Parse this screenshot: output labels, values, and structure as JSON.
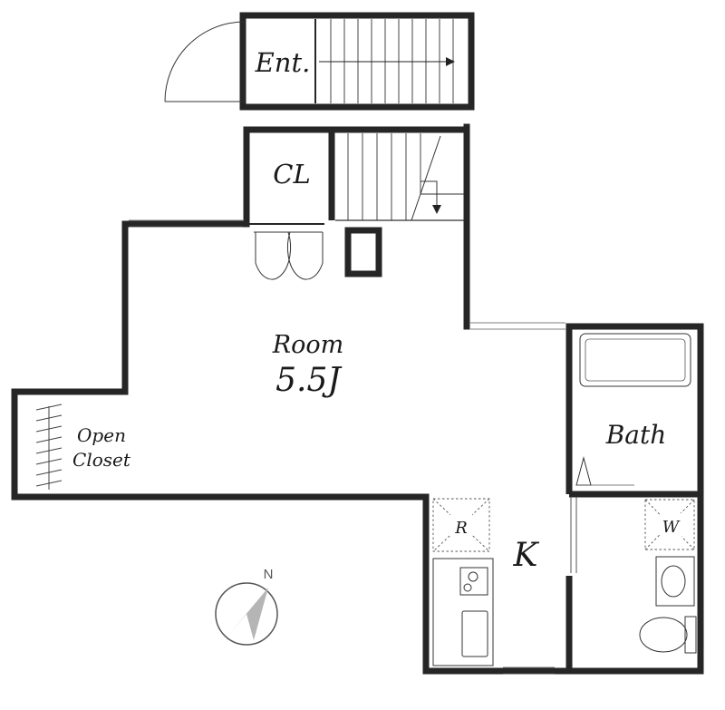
{
  "rooms": {
    "entrance": "Ent.",
    "closet": "CL",
    "room_name": "Room",
    "room_size": "5.5J",
    "open_closet_line1": "Open",
    "open_closet_line2": "Closet",
    "bath": "Bath",
    "kitchen": "K",
    "refrigerator": "R",
    "washer": "W"
  },
  "compass": {
    "north_label": "N"
  }
}
